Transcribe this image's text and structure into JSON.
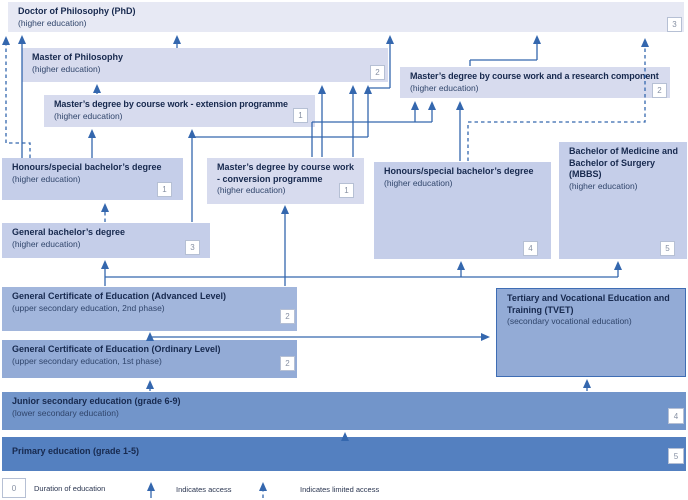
{
  "boxes": {
    "phd": {
      "title": "Doctor of Philosophy (PhD)",
      "subtitle": "(higher education)",
      "duration": "3"
    },
    "mphil": {
      "title": "Master of Philosophy",
      "subtitle": "(higher education)",
      "duration": "2"
    },
    "m_ext": {
      "title": "Master’s degree by course work - extension programme",
      "subtitle": "(higher education)",
      "duration": "1"
    },
    "m_res": {
      "title": "Master’s degree by course work and a research component",
      "subtitle": "(higher education)",
      "duration": "2"
    },
    "hon_left": {
      "title": "Honours/special bachelor’s degree",
      "subtitle": "(higher education)",
      "duration": "1"
    },
    "m_conv": {
      "title": "Master’s degree by course work - conversion programme",
      "subtitle": "(higher education)",
      "duration": "1"
    },
    "hon_right": {
      "title": "Honours/special bachelor’s degree",
      "subtitle": "(higher education)",
      "duration": "4"
    },
    "mbbs": {
      "title": "Bachelor of Medicine and Bachelor of Surgery (MBBS)",
      "subtitle": "(higher education)",
      "duration": "5"
    },
    "gen_bach": {
      "title": "General bachelor’s degree",
      "subtitle": "(higher education)",
      "duration": "3"
    },
    "gce_al": {
      "title": "General Certificate of Education (Advanced Level)",
      "subtitle": "(upper secondary education, 2nd phase)",
      "duration": "2"
    },
    "gce_ol": {
      "title": "General Certificate of Education (Ordinary Level)",
      "subtitle": "(upper secondary education, 1st phase)",
      "duration": "2"
    },
    "tvet": {
      "title": "Tertiary and Vocational Education and Training (TVET)",
      "subtitle": "(secondary vocational education)"
    },
    "junior": {
      "title": "Junior secondary education (grade 6-9)",
      "subtitle": "(lower secondary education)",
      "duration": "4"
    },
    "primary": {
      "title": "Primary education (grade 1-5)",
      "duration": "5"
    }
  },
  "legend": {
    "duration_symbol": "0",
    "duration_label": "Duration of education",
    "access_label": "Indicates access",
    "limited_label": "Indicates limited access"
  },
  "colors": {
    "line": "#3467ae",
    "tier1": "#e7e9f4",
    "tier2": "#d7dbee",
    "tier3": "#c5cee9",
    "al": "#a2b6dc",
    "ol": "#93abd6",
    "tvetb": "#3f6db4",
    "junior": "#7295ca",
    "primary": "#5480c0",
    "title": "#17294e",
    "subtitle": "#30456b"
  }
}
